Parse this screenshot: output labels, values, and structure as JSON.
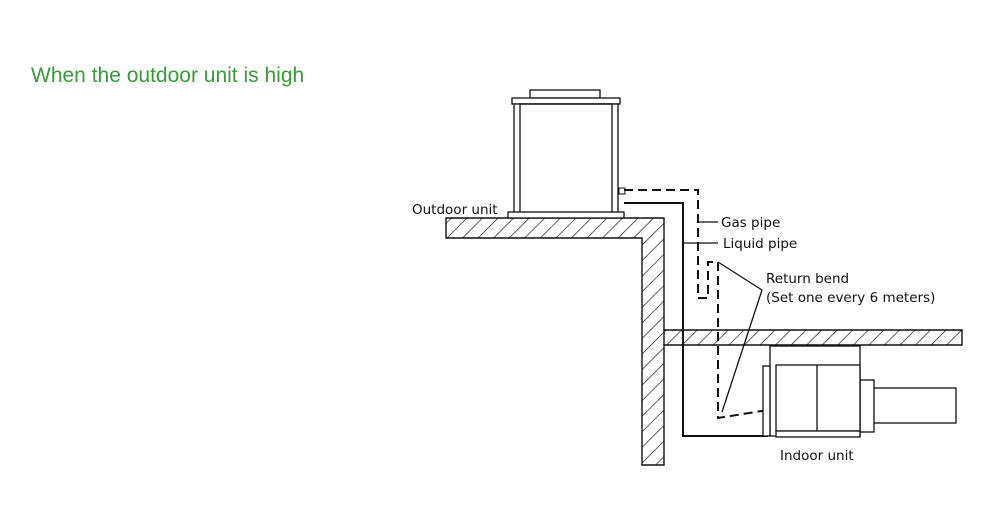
{
  "heading": "When the outdoor unit is high",
  "labels": {
    "outdoor_unit": "Outdoor unit",
    "gas_pipe": "Gas pipe",
    "liquid_pipe": "Liquid pipe",
    "return_bend": "Return bend",
    "return_bend_note": "(Set one every 6 meters)",
    "indoor_unit": "Indoor unit"
  },
  "colors": {
    "heading": "#3a9a3a",
    "line": "#111111"
  }
}
